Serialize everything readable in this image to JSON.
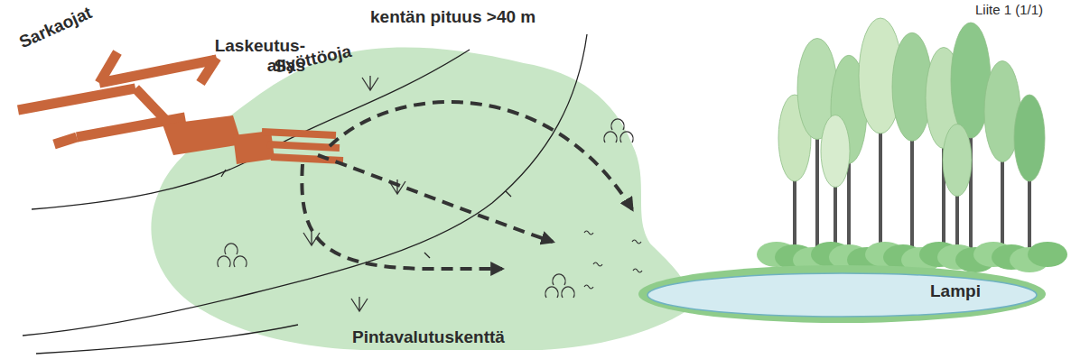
{
  "diagram": {
    "nodes": [
      {
        "text": [
          "Pintavalutuskenttä"
        ]
      },
      {
        "text": [
          "Lampi"
        ]
      }
    ],
    "labels": [
      "Liite 1 (1/1)",
      "Sarkaojat",
      "Laskeutus- allas",
      "Syöttöoja",
      "kentän pituus >40 m"
    ]
  }
}
